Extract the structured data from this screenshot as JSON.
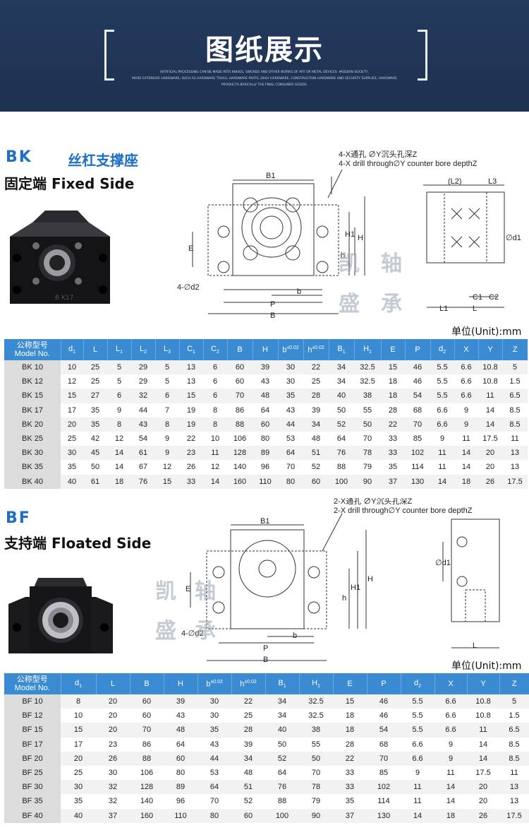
{
  "banner": {
    "title": "图纸展示",
    "subtitle_lines": [
      "ARTIFICIAL PROCESSING CAN BE MADE INTO KNIVES, SWORDS AND OTHER WORKS OF ART OR METAL DEVICES. MODERN SOCIETY,",
      "MORE EXTENSIVE HARDWARE, SUCH AS HARDWARE TOOLS, HARDWARE PARTS, DAILY HARDWARE, CONSTRUCTION HARDWARE AND SECURITY SUPPLIES, HARDWARE",
      "PRODUCTS BASICALLY THE FINAL CONSUMER GOODS."
    ]
  },
  "bk": {
    "code": "BK",
    "cn_name": "丝杠支撑座",
    "side_label": "固定端  Fixed Side",
    "drill_note_cn": "4-X通孔 ∅Y沉头孔深Z",
    "drill_note_en": "4-X drill through∅Y counter bore depthZ",
    "dims": {
      "B1": "B1",
      "E": "E",
      "h": "h",
      "H1": "H1",
      "H": "H",
      "b": "b",
      "P": "P",
      "B": "B",
      "d2": "4-∅d2",
      "L2": "(L2)",
      "L3": "L3",
      "d1": "∅d1",
      "C1": "C1",
      "C2": "C2",
      "L1": "L1",
      "L": "L"
    },
    "watermark": [
      "凯",
      "轴",
      "盛",
      "承"
    ],
    "unit": "单位(Unit):mm",
    "headers": [
      "公称型号 Model No.",
      "d1",
      "L",
      "L1",
      "L2",
      "L3",
      "C1",
      "C2",
      "B",
      "H",
      "b±0.02",
      "h±0.02",
      "B1",
      "H1",
      "E",
      "P",
      "d2",
      "X",
      "Y",
      "Z"
    ],
    "rows": [
      [
        "BK 10",
        "10",
        "25",
        "5",
        "29",
        "5",
        "13",
        "6",
        "60",
        "39",
        "30",
        "22",
        "34",
        "32.5",
        "15",
        "46",
        "5.5",
        "6.6",
        "10.8",
        "5"
      ],
      [
        "BK 12",
        "12",
        "25",
        "5",
        "29",
        "5",
        "13",
        "6",
        "60",
        "43",
        "30",
        "25",
        "34",
        "32.5",
        "18",
        "46",
        "5.5",
        "6.6",
        "10.8",
        "1.5"
      ],
      [
        "BK 15",
        "15",
        "27",
        "6",
        "32",
        "6",
        "15",
        "6",
        "70",
        "48",
        "35",
        "28",
        "40",
        "38",
        "18",
        "54",
        "5.5",
        "6.6",
        "11",
        "6.5"
      ],
      [
        "BK 17",
        "17",
        "35",
        "9",
        "44",
        "7",
        "19",
        "8",
        "86",
        "64",
        "43",
        "39",
        "50",
        "55",
        "28",
        "68",
        "6.6",
        "9",
        "14",
        "8.5"
      ],
      [
        "BK 20",
        "20",
        "35",
        "8",
        "43",
        "8",
        "19",
        "8",
        "88",
        "60",
        "44",
        "34",
        "52",
        "50",
        "22",
        "70",
        "6.6",
        "9",
        "14",
        "8.5"
      ],
      [
        "BK 25",
        "25",
        "42",
        "12",
        "54",
        "9",
        "22",
        "10",
        "106",
        "80",
        "53",
        "48",
        "64",
        "70",
        "33",
        "85",
        "9",
        "11",
        "17.5",
        "11"
      ],
      [
        "BK 30",
        "30",
        "45",
        "14",
        "61",
        "9",
        "23",
        "11",
        "128",
        "89",
        "64",
        "51",
        "76",
        "78",
        "33",
        "102",
        "11",
        "14",
        "20",
        "13"
      ],
      [
        "BK 35",
        "35",
        "50",
        "14",
        "67",
        "12",
        "26",
        "12",
        "140",
        "96",
        "70",
        "52",
        "88",
        "79",
        "35",
        "114",
        "11",
        "14",
        "20",
        "13"
      ],
      [
        "BK 40",
        "40",
        "61",
        "18",
        "76",
        "15",
        "33",
        "14",
        "160",
        "110",
        "80",
        "60",
        "100",
        "90",
        "37",
        "130",
        "14",
        "18",
        "26",
        "17.5"
      ]
    ]
  },
  "bf": {
    "code": "BF",
    "side_label": "支持端  Floated Side",
    "drill_note_cn": "2-X通孔 ∅Y沉头孔深Z",
    "drill_note_en": "2-X drill through∅Y counter bore depthZ",
    "dims": {
      "B1": "B1",
      "E": "E",
      "h": "h",
      "H1": "H1",
      "H": "H",
      "b": "b",
      "P": "P",
      "B": "B",
      "d2": "4-∅d2",
      "d1": "∅d1",
      "L": "L"
    },
    "watermark": [
      "凯",
      "轴",
      "盛",
      "承"
    ],
    "unit": "单位(Unit):mm",
    "headers": [
      "公称型号 Model No.",
      "d1",
      "L",
      "B",
      "H",
      "b±0.02",
      "h±0.02",
      "B1",
      "H1",
      "E",
      "P",
      "d2",
      "X",
      "Y",
      "Z"
    ],
    "rows": [
      [
        "BF 10",
        "8",
        "20",
        "60",
        "39",
        "30",
        "22",
        "34",
        "32.5",
        "15",
        "46",
        "5.5",
        "6.6",
        "10.8",
        "5"
      ],
      [
        "BF 12",
        "10",
        "20",
        "60",
        "43",
        "30",
        "25",
        "34",
        "32.5",
        "18",
        "46",
        "5.5",
        "6.6",
        "10.8",
        "1.5"
      ],
      [
        "BF 15",
        "15",
        "20",
        "70",
        "48",
        "35",
        "28",
        "40",
        "38",
        "18",
        "54",
        "5.5",
        "6.6",
        "11",
        "6.5"
      ],
      [
        "BF 17",
        "17",
        "23",
        "86",
        "64",
        "43",
        "39",
        "50",
        "55",
        "28",
        "68",
        "6.6",
        "9",
        "14",
        "8.5"
      ],
      [
        "BF 20",
        "20",
        "26",
        "88",
        "60",
        "44",
        "34",
        "52",
        "50",
        "22",
        "70",
        "6.6",
        "9",
        "14",
        "8.5"
      ],
      [
        "BF 25",
        "25",
        "30",
        "106",
        "80",
        "53",
        "48",
        "64",
        "70",
        "33",
        "85",
        "9",
        "11",
        "17.5",
        "11"
      ],
      [
        "BF 30",
        "30",
        "32",
        "128",
        "89",
        "64",
        "51",
        "76",
        "78",
        "33",
        "102",
        "11",
        "14",
        "20",
        "13"
      ],
      [
        "BF 35",
        "35",
        "32",
        "140",
        "96",
        "70",
        "52",
        "88",
        "79",
        "35",
        "114",
        "11",
        "14",
        "20",
        "13"
      ],
      [
        "BF 40",
        "40",
        "37",
        "160",
        "110",
        "80",
        "60",
        "100",
        "90",
        "37",
        "130",
        "14",
        "18",
        "26",
        "17.5"
      ]
    ]
  }
}
